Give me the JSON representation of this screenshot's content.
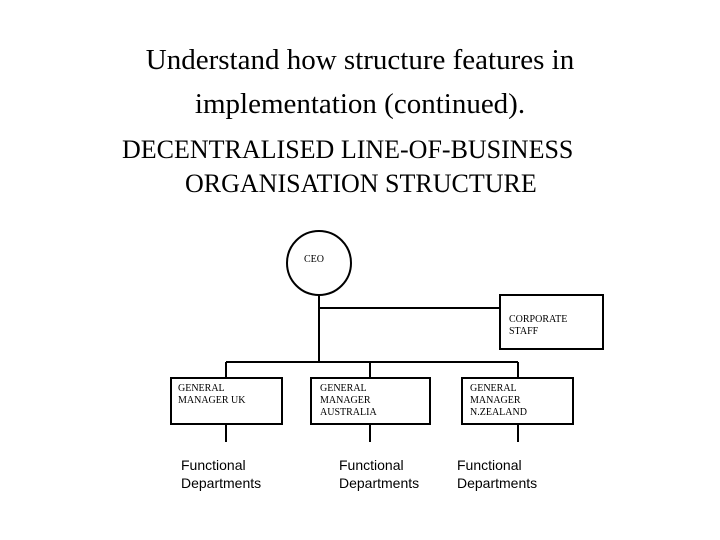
{
  "slide": {
    "title_line1": "Understand how structure features in",
    "title_line2": "implementation (continued).",
    "subtitle_line1": "DECENTRALISED LINE-OF-BUSINESS",
    "subtitle_line2": "ORGANISATION STRUCTURE"
  },
  "org_chart": {
    "ceo": "CEO",
    "corporate_staff": [
      "CORPORATE",
      "STAFF"
    ],
    "managers": [
      {
        "lines": [
          "GENERAL",
          "MANAGER UK"
        ]
      },
      {
        "lines": [
          "GENERAL",
          "MANAGER",
          "AUSTRALIA"
        ]
      },
      {
        "lines": [
          "GENERAL",
          "MANAGER",
          "N.ZEALAND"
        ]
      }
    ],
    "functional": [
      {
        "line1": "Functional",
        "line2": "Departments"
      },
      {
        "line1": "Functional",
        "line2": "Departments"
      },
      {
        "line1": "Functional",
        "line2": "Departments"
      }
    ]
  }
}
